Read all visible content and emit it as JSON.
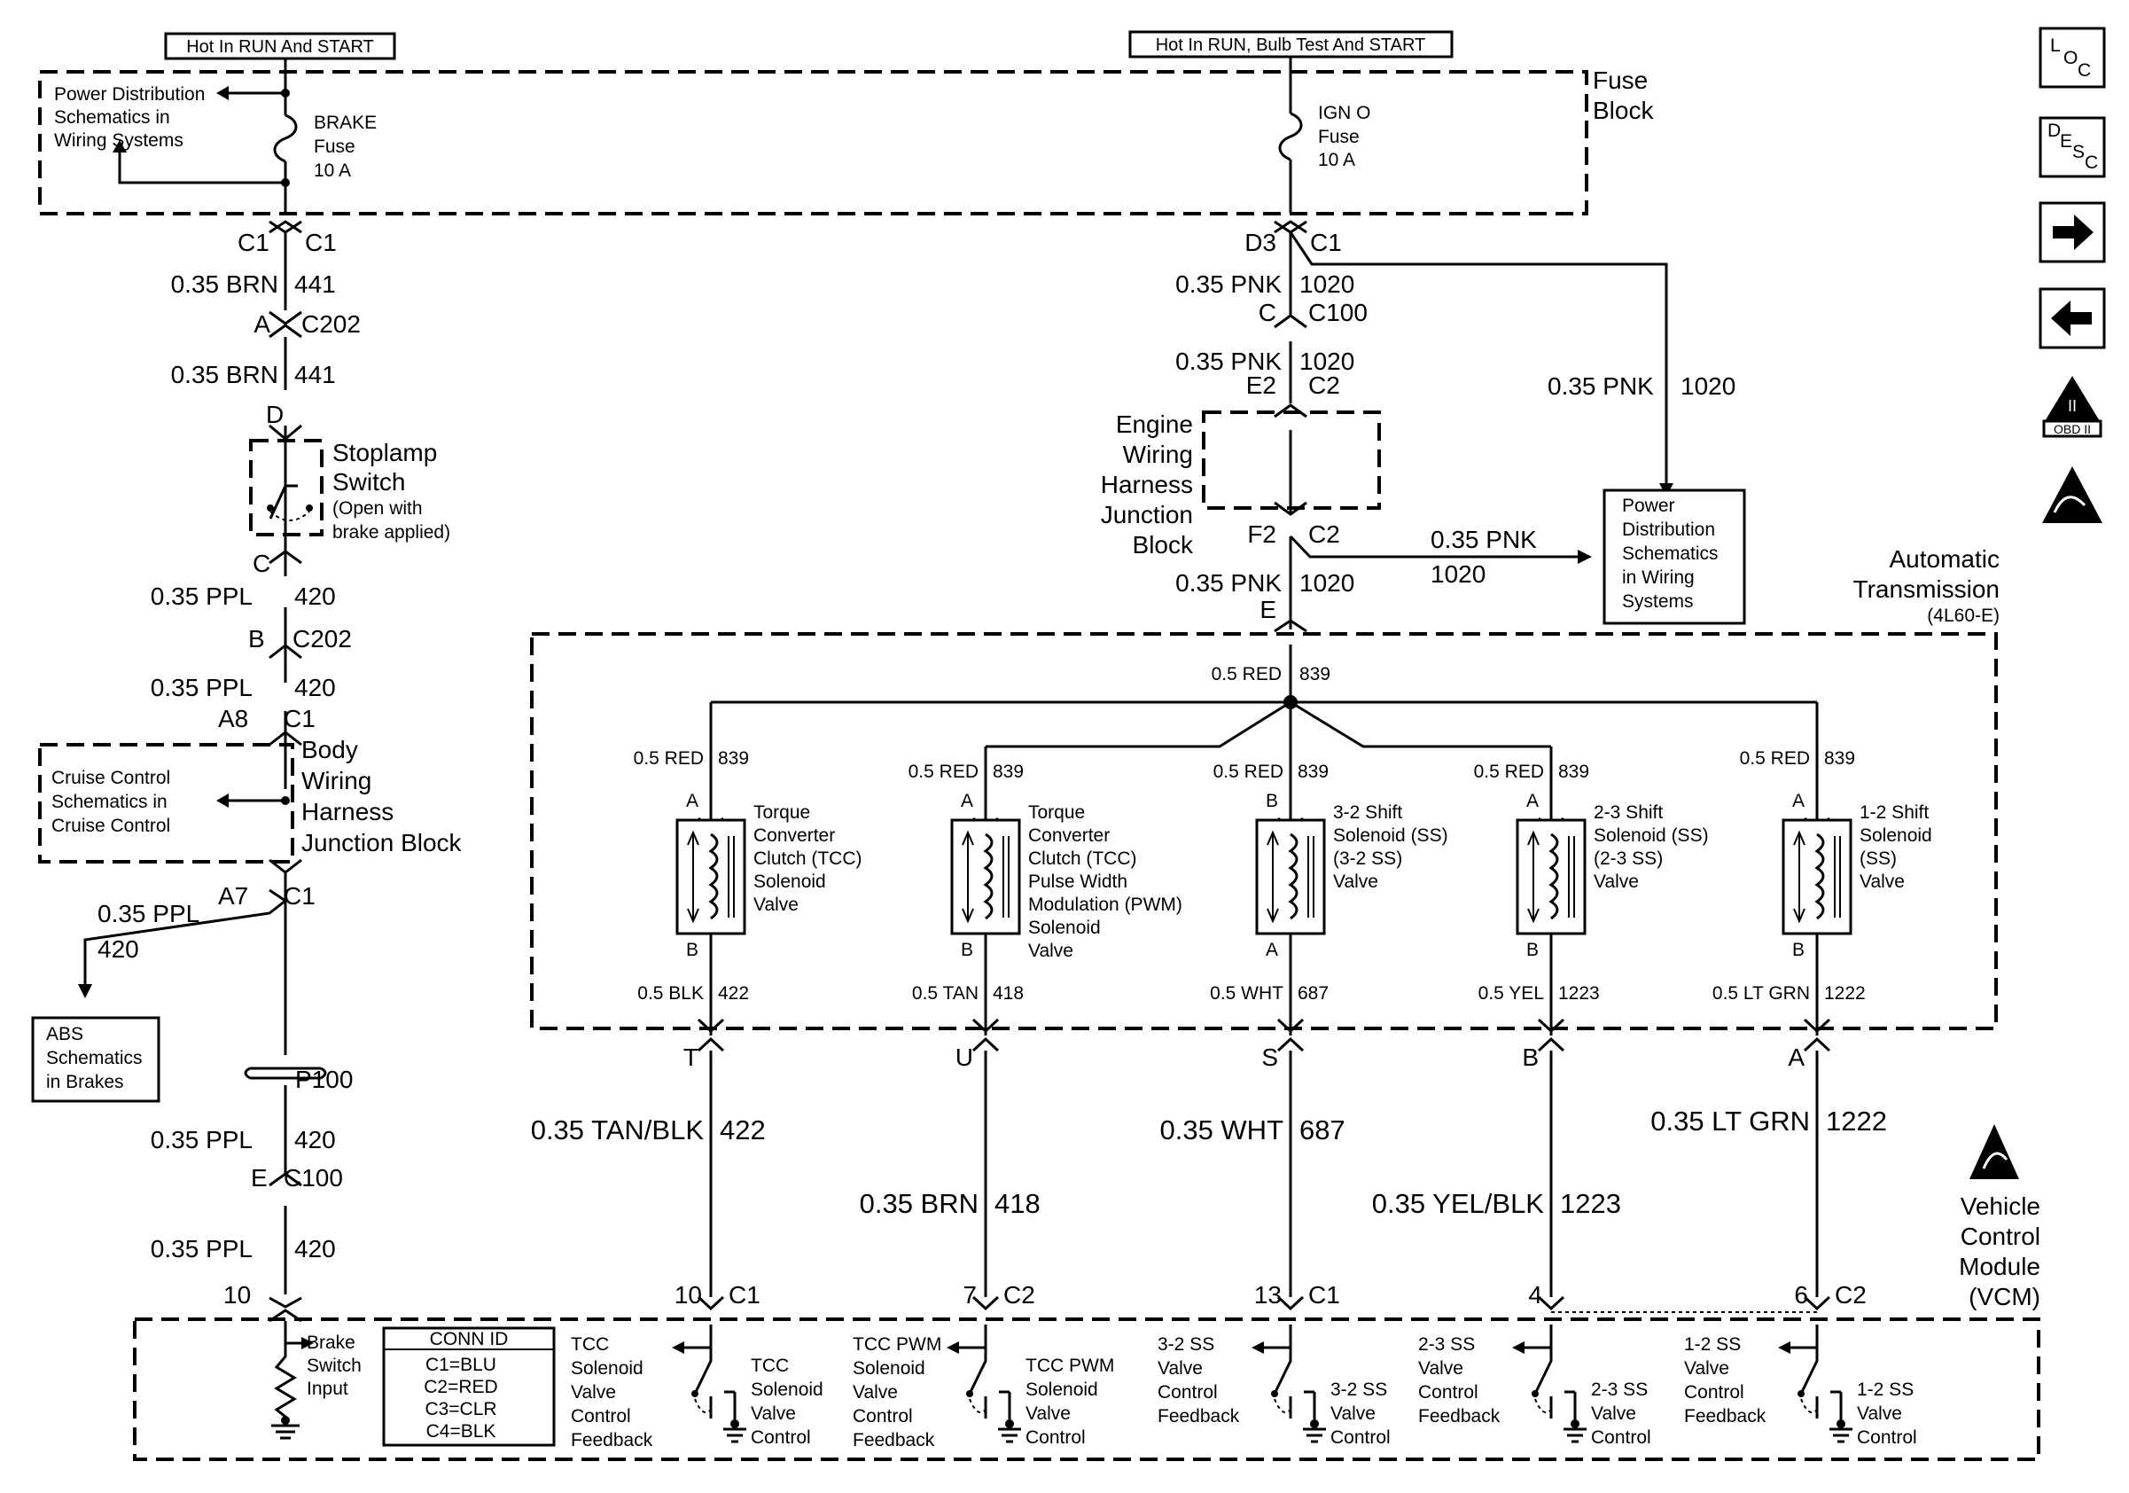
{
  "supply": {
    "left_header": "Hot In RUN And START",
    "right_header": "Hot In RUN, Bulb Test And START",
    "fuse_block_label": [
      "Fuse",
      "Block"
    ],
    "power_dist_left": [
      "Power Distribution",
      "Schematics in",
      "Wiring Systems"
    ],
    "brake_fuse": [
      "BRAKE",
      "Fuse",
      "10 A"
    ],
    "ign_fuse": [
      "IGN O",
      "Fuse",
      "10 A"
    ]
  },
  "left_circuit": {
    "c1_a": "C1",
    "c1_b": "C1",
    "wire1": "0.35 BRN",
    "circ1": "441",
    "conn_a": "A",
    "c202_a": "C202",
    "wire2": "0.35 BRN",
    "circ2": "441",
    "conn_d": "D",
    "stoplamp": [
      "Stoplamp",
      "Switch"
    ],
    "stoplamp_note": [
      "(Open with",
      "brake applied)"
    ],
    "conn_c": "C",
    "wire3": "0.35 PPL",
    "circ3": "420",
    "conn_b": "B",
    "c202_b": "C202",
    "wire4": "0.35 PPL",
    "circ4": "420",
    "conn_a8": "A8",
    "c1_c": "C1",
    "body_block": [
      "Body",
      "Wiring",
      "Harness",
      "Junction Block"
    ],
    "cruise": [
      "Cruise Control",
      "Schematics in",
      "Cruise Control"
    ],
    "conn_a7": "A7",
    "c1_d": "C1",
    "abs_wire": "0.35 PPL",
    "abs_circ": "420",
    "abs_box": [
      "ABS",
      "Schematics",
      "in Brakes"
    ],
    "splice": "P100",
    "wire5": "0.35 PPL",
    "circ5": "420",
    "conn_e": "E",
    "c100": "C100",
    "wire6": "0.35 PPL",
    "circ6": "420",
    "pin10": "10"
  },
  "right_feed": {
    "d3": "D3",
    "c1": "C1",
    "wire1": "0.35 PNK",
    "circ1": "1020",
    "conn_c": "C",
    "c100": "C100",
    "wire2": "0.35 PNK",
    "circ2": "1020",
    "e2": "E2",
    "c2_a": "C2",
    "engine_block": [
      "Engine",
      "Wiring",
      "Harness",
      "Junction",
      "Block"
    ],
    "f2": "F2",
    "c2_b": "C2",
    "wire3": "0.35 PNK",
    "circ3": "1020",
    "conn_e": "E",
    "branch1_wire": "0.35 PNK",
    "branch1_circ": "1020",
    "branch2_wire": "0.35 PNK",
    "branch2_circ": "1020",
    "power_dist_right": [
      "Power",
      "Distribution",
      "Schematics",
      "in Wiring",
      "Systems"
    ]
  },
  "transmission": {
    "label": [
      "Automatic",
      "Transmission"
    ],
    "model": "(4L60-E)",
    "feed_wire": "0.5 RED",
    "feed_circ": "839"
  },
  "solenoids": [
    {
      "top_wire": "0.5 RED",
      "top_circ": "839",
      "top_pin": "A",
      "bot_pin": "B",
      "name": [
        "Torque",
        "Converter",
        "Clutch (TCC)",
        "Solenoid",
        "Valve"
      ],
      "bot_wire": "0.5 BLK",
      "bot_circ": "422",
      "pin": "T",
      "harness_wire": "0.35 TAN/BLK",
      "harness_circ": "422",
      "vcm_pin": "10",
      "vcm_conn": "C1",
      "fb_label": [
        "TCC",
        "Solenoid",
        "Valve",
        "Control",
        "Feedback"
      ],
      "ctl_label": [
        "TCC",
        "Solenoid",
        "Valve",
        "Control"
      ]
    },
    {
      "top_wire": "0.5 RED",
      "top_circ": "839",
      "top_pin": "A",
      "bot_pin": "B",
      "name": [
        "Torque",
        "Converter",
        "Clutch (TCC)",
        "Pulse Width",
        "Modulation (PWM)",
        "Solenoid",
        "Valve"
      ],
      "bot_wire": "0.5 TAN",
      "bot_circ": "418",
      "pin": "U",
      "harness_wire": "0.35 BRN",
      "harness_circ": "418",
      "vcm_pin": "7",
      "vcm_conn": "C2",
      "fb_label": [
        "TCC PWM",
        "Solenoid",
        "Valve",
        "Control",
        "Feedback"
      ],
      "ctl_label": [
        "TCC PWM",
        "Solenoid",
        "Valve",
        "Control"
      ]
    },
    {
      "top_wire": "0.5 RED",
      "top_circ": "839",
      "top_pin": "B",
      "bot_pin": "A",
      "name": [
        "3-2 Shift",
        "Solenoid (SS)",
        "(3-2 SS)",
        "Valve"
      ],
      "bot_wire": "0.5 WHT",
      "bot_circ": "687",
      "pin": "S",
      "harness_wire": "0.35 WHT",
      "harness_circ": "687",
      "vcm_pin": "13",
      "vcm_conn": "C1",
      "fb_label": [
        "3-2 SS",
        "Valve",
        "Control",
        "Feedback"
      ],
      "ctl_label": [
        "3-2 SS",
        "Valve",
        "Control"
      ]
    },
    {
      "top_wire": "0.5 RED",
      "top_circ": "839",
      "top_pin": "A",
      "bot_pin": "B",
      "name": [
        "2-3 Shift",
        "Solenoid (SS)",
        "(2-3 SS)",
        "Valve"
      ],
      "bot_wire": "0.5 YEL",
      "bot_circ": "1223",
      "pin": "B",
      "harness_wire": "0.35 YEL/BLK",
      "harness_circ": "1223",
      "vcm_pin": "4",
      "vcm_conn": "",
      "fb_label": [
        "2-3 SS",
        "Valve",
        "Control",
        "Feedback"
      ],
      "ctl_label": [
        "2-3 SS",
        "Valve",
        "Control"
      ]
    },
    {
      "top_wire": "0.5 RED",
      "top_circ": "839",
      "top_pin": "A",
      "bot_pin": "B",
      "name": [
        "1-2 Shift",
        "Solenoid",
        "(SS)",
        "Valve"
      ],
      "bot_wire": "0.5 LT GRN",
      "bot_circ": "1222",
      "pin": "A",
      "harness_wire": "0.35 LT GRN",
      "harness_circ": "1222",
      "vcm_pin": "6",
      "vcm_conn": "C2",
      "fb_label": [
        "1-2 SS",
        "Valve",
        "Control",
        "Feedback"
      ],
      "ctl_label": [
        "1-2 SS",
        "Valve",
        "Control"
      ]
    }
  ],
  "vcm": {
    "label": [
      "Vehicle",
      "Control",
      "Module",
      "(VCM)"
    ],
    "brake_input": [
      "Brake",
      "Switch",
      "Input"
    ],
    "conn_id": {
      "title": "CONN ID",
      "rows": [
        "C1=BLU",
        "C2=RED",
        "C3=CLR",
        "C4=BLK"
      ]
    }
  },
  "side_icons": {
    "loc": [
      "L",
      "O",
      "C"
    ],
    "desc": [
      "D",
      "E",
      "S",
      "C"
    ],
    "obd": "OBD II",
    "obd_numeral": "II"
  }
}
